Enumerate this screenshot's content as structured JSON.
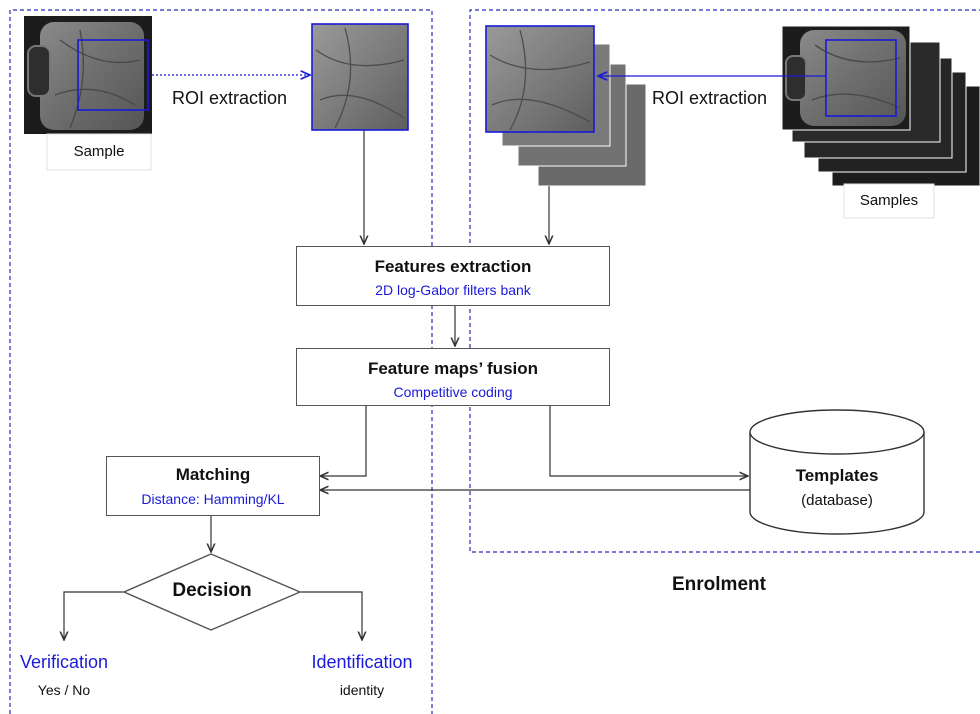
{
  "labels": {
    "sample": "Sample",
    "samples": "Samples",
    "roi_left": "ROI extraction",
    "roi_right": "ROI extraction",
    "enrolment": "Enrolment"
  },
  "boxes": {
    "features_title": "Features extraction",
    "features_sub": "2D log-Gabor filters bank",
    "fusion_title": "Feature maps’ fusion",
    "fusion_sub": "Competitive coding",
    "matching_title": "Matching",
    "matching_sub": "Distance: Hamming/KL",
    "templates_title": "Templates",
    "templates_sub": "(database)",
    "decision": "Decision"
  },
  "outcomes": {
    "verification": "Verification",
    "verification_sub": "Yes / No",
    "identification": "Identification",
    "identification_sub": "identity"
  },
  "colors": {
    "accent_blue": "#1a1ad8",
    "dashed_border": "#2a2ab8",
    "line": "#333333"
  },
  "icons": {
    "palm_image": "palm-image-icon",
    "roi_image": "roi-image-icon",
    "database": "database-cylinder-icon"
  }
}
